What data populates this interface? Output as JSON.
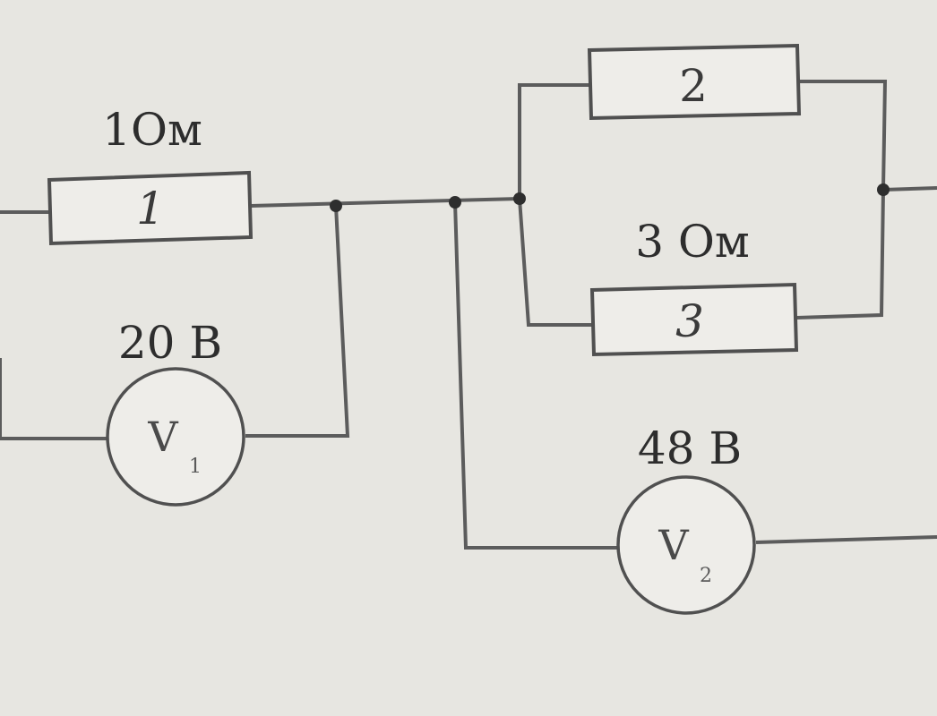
{
  "labels": {
    "r1_resistance": "1Ом",
    "r3_resistance": "3 Ом",
    "v1_reading": "20 В",
    "v2_reading": "48 В"
  },
  "resistors": {
    "r1_number": "1",
    "r2_number": "2",
    "r3_number": "3"
  },
  "voltmeters": {
    "v1_letter": "V",
    "v1_index": "1",
    "v2_letter": "V",
    "v2_index": "2"
  }
}
